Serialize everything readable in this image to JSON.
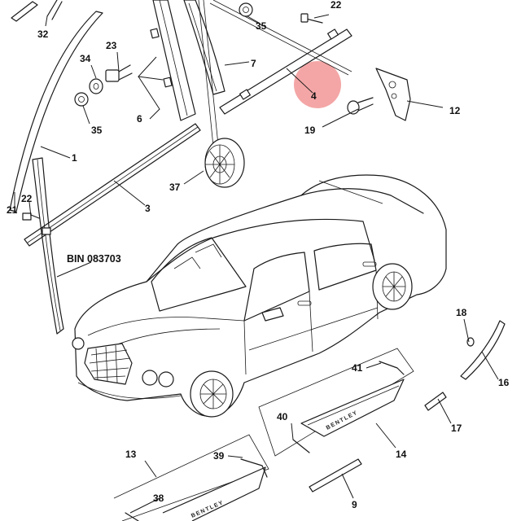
{
  "bin_code": "BIN 083703",
  "sill_badge_text": "BENTLEY",
  "highlight_color": "#f08080",
  "callouts": [
    {
      "id": "21",
      "text": "21"
    },
    {
      "id": "32",
      "text": "32"
    },
    {
      "id": "35a",
      "text": "35"
    },
    {
      "id": "22a",
      "text": "22"
    },
    {
      "id": "23",
      "text": "23"
    },
    {
      "id": "34",
      "text": "34"
    },
    {
      "id": "7",
      "text": "7"
    },
    {
      "id": "4",
      "text": "4"
    },
    {
      "id": "12",
      "text": "12"
    },
    {
      "id": "35b",
      "text": "35"
    },
    {
      "id": "6",
      "text": "6"
    },
    {
      "id": "19",
      "text": "19"
    },
    {
      "id": "1",
      "text": "1"
    },
    {
      "id": "37",
      "text": "37"
    },
    {
      "id": "22b",
      "text": "22"
    },
    {
      "id": "3",
      "text": "3"
    },
    {
      "id": "bin",
      "text": "BIN 083703"
    },
    {
      "id": "18",
      "text": "18"
    },
    {
      "id": "16",
      "text": "16"
    },
    {
      "id": "41",
      "text": "41"
    },
    {
      "id": "40",
      "text": "40"
    },
    {
      "id": "17",
      "text": "17"
    },
    {
      "id": "14",
      "text": "14"
    },
    {
      "id": "13",
      "text": "13"
    },
    {
      "id": "39",
      "text": "39"
    },
    {
      "id": "9",
      "text": "9"
    },
    {
      "id": "38",
      "text": "38"
    }
  ]
}
